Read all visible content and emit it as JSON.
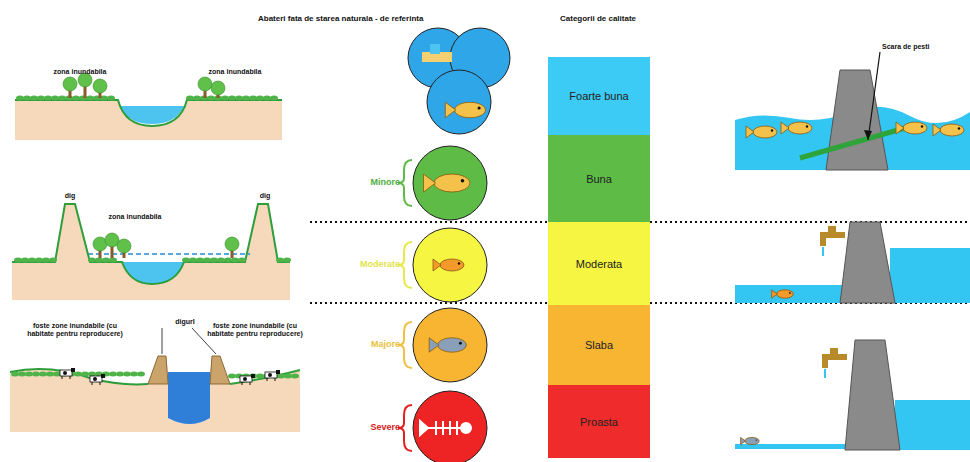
{
  "diagram": {
    "nodes": [
      {
        "text": [
          "Foarte buna"
        ]
      },
      {
        "text": [
          "Buna"
        ]
      },
      {
        "text": [
          "Moderata"
        ]
      },
      {
        "text": [
          "Slaba"
        ]
      },
      {
        "text": [
          "Proasta"
        ]
      }
    ],
    "labels": [
      "Abateri fata de starea naturala - de referinta",
      "Categorii de calitate",
      "zona inundabila",
      "zona inundabila",
      "dig",
      "zona inundabila",
      "dig",
      "foste zone inundabile (cu habitate pentru reproducere)",
      "digurI",
      "foste zone inundabile (cu habitate pentru reproducere)",
      "Minore",
      "Moderate",
      "Majore",
      "Severe",
      "Scara de pesti"
    ]
  }
}
